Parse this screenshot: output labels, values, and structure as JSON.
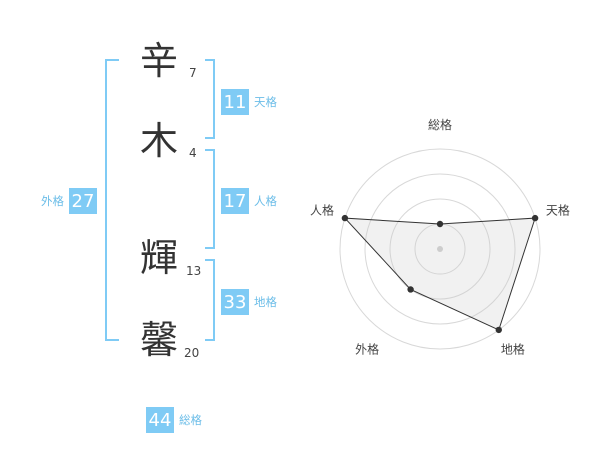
{
  "characters": [
    {
      "char": "辛",
      "strokes": "7"
    },
    {
      "char": "木",
      "strokes": "4"
    },
    {
      "char": "輝",
      "strokes": "13"
    },
    {
      "char": "馨",
      "strokes": "20"
    }
  ],
  "kaku": {
    "tenkaku": {
      "value": "11",
      "label": "天格"
    },
    "jinkaku": {
      "value": "17",
      "label": "人格"
    },
    "chikaku": {
      "value": "33",
      "label": "地格"
    },
    "gaikaku": {
      "value": "27",
      "label": "外格"
    },
    "soukaku": {
      "value": "44",
      "label": "総格"
    }
  },
  "colors": {
    "accent": "#7fcbf5",
    "bracket": "#7fcbf5",
    "label": "#6bbde8"
  },
  "chart_data": {
    "type": "radar",
    "axes": [
      "総格",
      "天格",
      "地格",
      "外格",
      "人格"
    ],
    "rings": 4,
    "max": 4,
    "values": [
      1,
      4,
      4,
      2,
      4
    ]
  }
}
